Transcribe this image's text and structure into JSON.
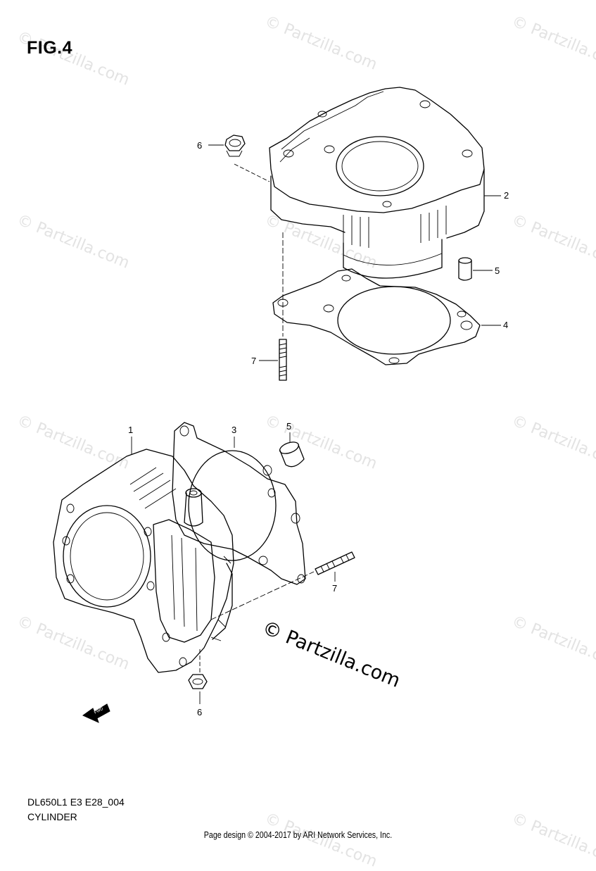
{
  "figure": {
    "title": "FIG.4"
  },
  "code": "DL650L1 E3 E28_004",
  "caption": "CYLINDER",
  "footer": "Page design © 2004-2017 by ARI Network Services, Inc.",
  "watermark": {
    "text": "© Partzilla.com"
  },
  "center_watermark": "© Partzilla.com",
  "fwd_label": "FWD",
  "callouts": {
    "top": {
      "c6": "6",
      "c2": "2",
      "c5": "5",
      "c4": "4",
      "c7": "7"
    },
    "bottom": {
      "c1": "1",
      "c3": "3",
      "c5": "5",
      "c7": "7",
      "c6": "6"
    }
  },
  "colors": {
    "line": "#000000",
    "watermark": "#e3e3e3",
    "background": "#ffffff"
  }
}
